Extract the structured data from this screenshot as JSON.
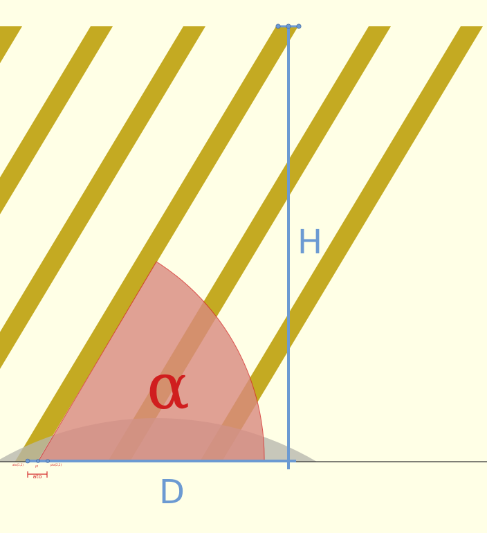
{
  "colors": {
    "background": "#ffffe6",
    "stripe": "#c4aa22",
    "disc": "#b7b7ad",
    "sector_fill": "#d98a80",
    "sector_stroke": "#d42a2a",
    "measure": "#6c9ad2",
    "ground": "#333333",
    "alpha_text": "#d01e1e"
  },
  "labels": {
    "height": "H",
    "distance": "D",
    "angle": "α",
    "tiny_left": "ato(1,1)",
    "tiny_mid": "pt",
    "tiny_right": "pta(2,1)",
    "bracket": "ato"
  },
  "stripes": {
    "count": 6,
    "angle_deg": 59
  }
}
